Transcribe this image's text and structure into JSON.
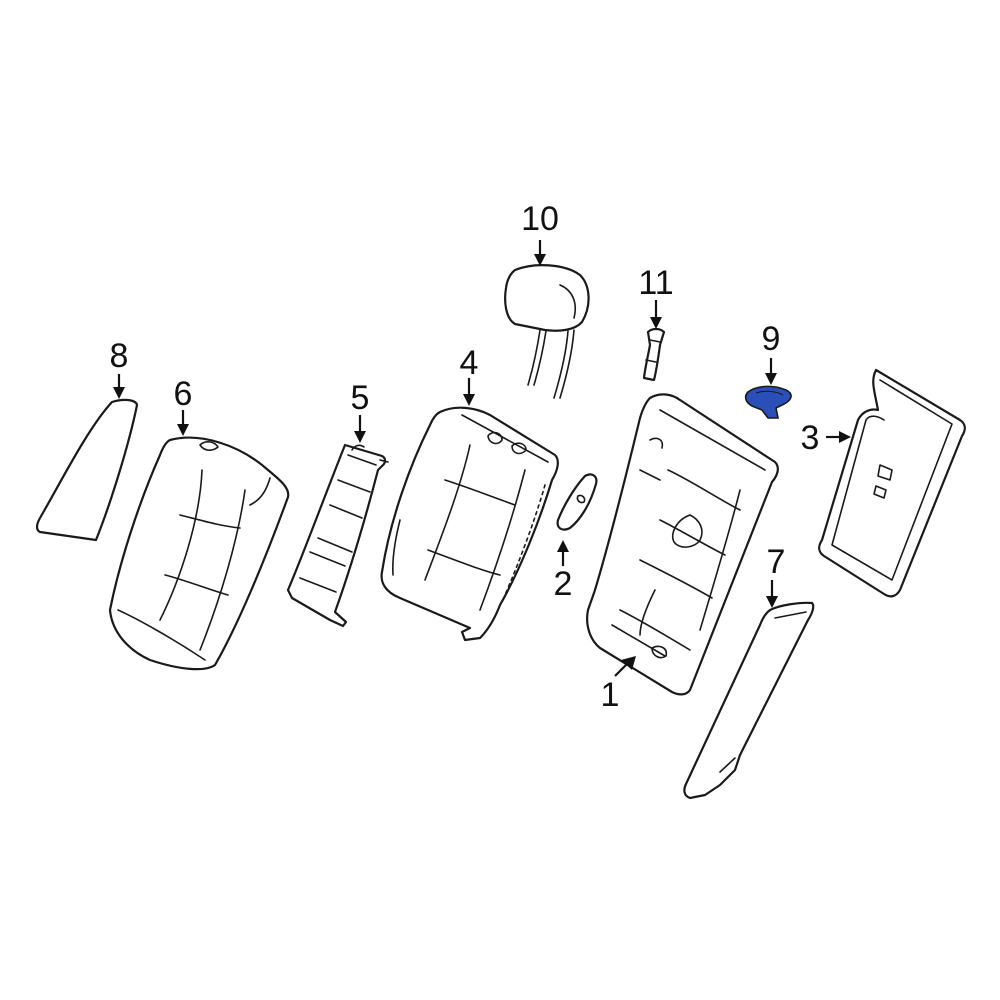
{
  "diagram": {
    "highlight_color": "#2b4fb8",
    "highlighted_part": "9",
    "callouts": [
      {
        "id": "p1",
        "label": "1"
      },
      {
        "id": "p2",
        "label": "2"
      },
      {
        "id": "p3",
        "label": "3"
      },
      {
        "id": "p4",
        "label": "4"
      },
      {
        "id": "p5",
        "label": "5"
      },
      {
        "id": "p6",
        "label": "6"
      },
      {
        "id": "p7",
        "label": "7"
      },
      {
        "id": "p8",
        "label": "8"
      },
      {
        "id": "p9",
        "label": "9"
      },
      {
        "id": "p10",
        "label": "10"
      },
      {
        "id": "p11",
        "label": "11"
      }
    ]
  }
}
